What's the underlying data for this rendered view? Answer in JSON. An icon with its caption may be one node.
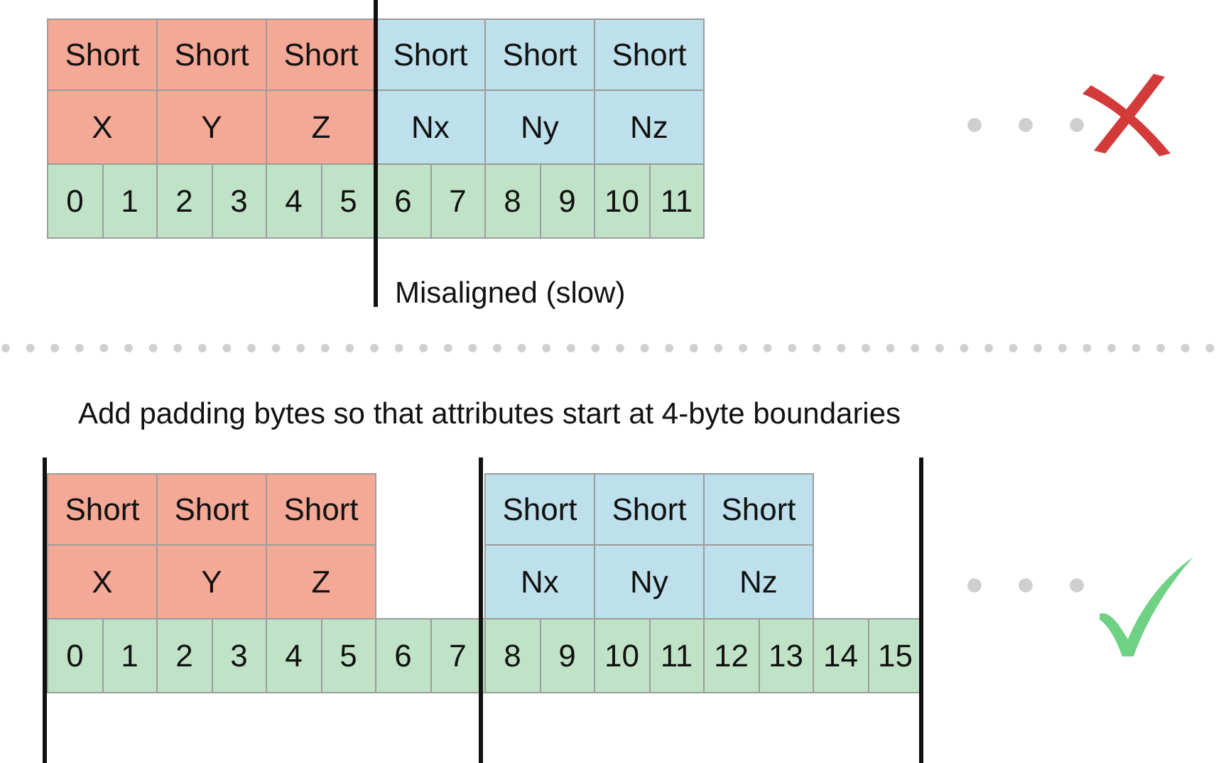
{
  "diagram": {
    "labels": [
      "Short",
      "Short",
      "Short",
      "Short",
      "Short",
      "Short",
      "X",
      "Y",
      "Z",
      "Nx",
      "Ny",
      "Nz",
      "0",
      "1",
      "2",
      "3",
      "4",
      "5",
      "6",
      "7",
      "8",
      "9",
      "10",
      "11",
      "Misaligned (slow)",
      "Add padding bytes so that attributes start at 4-byte boundaries",
      "Short",
      "Short",
      "Short",
      "Short",
      "Short",
      "Short",
      "X",
      "Y",
      "Z",
      "Nx",
      "Ny",
      "Nz",
      "0",
      "1",
      "2",
      "3",
      "4",
      "5",
      "6",
      "7",
      "8",
      "9",
      "10",
      "11",
      "12",
      "13",
      "14",
      "15"
    ]
  }
}
